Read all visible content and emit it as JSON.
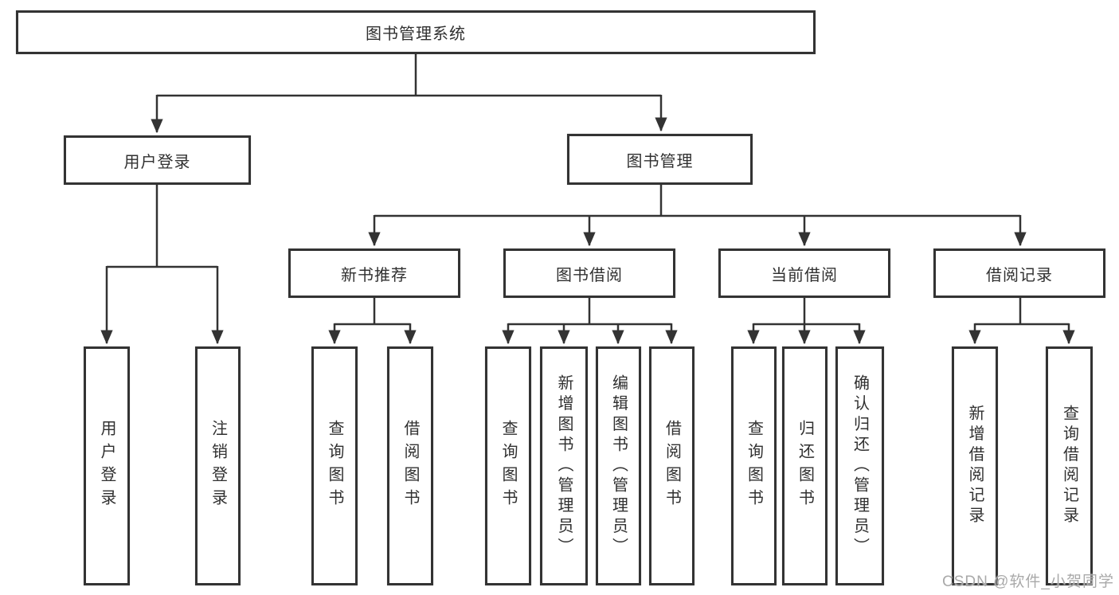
{
  "diagram": {
    "root": {
      "label": "图书管理系统"
    },
    "branches": [
      {
        "label": "用户登录",
        "children": [
          {
            "label": "用户登录"
          },
          {
            "label": "注销登录"
          }
        ]
      },
      {
        "label": "图书管理",
        "children": [
          {
            "label": "新书推荐",
            "children": [
              {
                "label": "查询图书"
              },
              {
                "label": "借阅图书"
              }
            ]
          },
          {
            "label": "图书借阅",
            "children": [
              {
                "label": "查询图书"
              },
              {
                "label": "新增图书（管理员）"
              },
              {
                "label": "编辑图书（管理员）"
              },
              {
                "label": "借阅图书"
              }
            ]
          },
          {
            "label": "当前借阅",
            "children": [
              {
                "label": "查询图书"
              },
              {
                "label": "归还图书"
              },
              {
                "label": "确认归还（管理员）"
              }
            ]
          },
          {
            "label": "借阅记录",
            "children": [
              {
                "label": "新增借阅记录"
              },
              {
                "label": "查询借阅记录"
              }
            ]
          }
        ]
      }
    ]
  },
  "watermark": "CSDN @软件_小贺同学",
  "colors": {
    "line": "#333333",
    "box_border": "#333333",
    "box_background": "#ffffff",
    "text": "#303030",
    "watermark": "#a9a9a9"
  }
}
